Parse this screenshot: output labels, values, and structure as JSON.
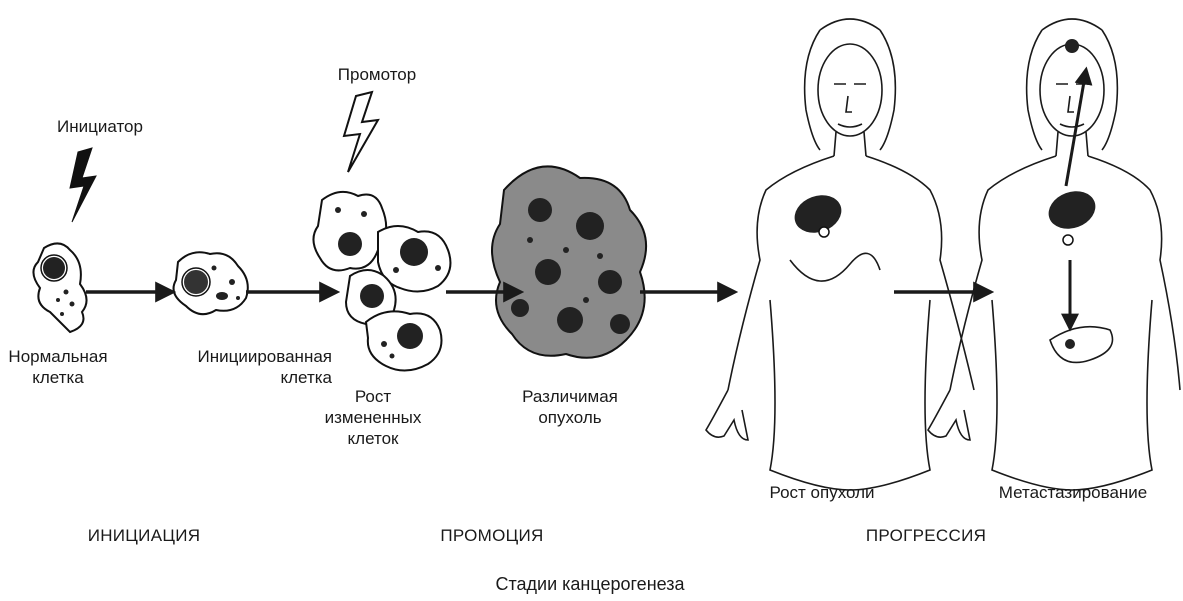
{
  "labels": {
    "initiator": "Инициатор",
    "promoter": "Промотор",
    "normal_cell": "Нормальная\nклетка",
    "initiated_cell": "Инициированная\nклетка",
    "altered_growth": "Рост\nизмененных\nклеток",
    "visible_tumor": "Различимая\nопухоль",
    "tumor_growth": "Рост опухоли",
    "metastasis": "Метастазирование"
  },
  "stages": {
    "initiation": "ИНИЦИАЦИЯ",
    "promotion": "ПРОМОЦИЯ",
    "progression": "ПРОГРЕССИЯ"
  },
  "caption": "Стадии канцерогенеза",
  "colors": {
    "ink": "#1a1a1a",
    "cell_fill": "#ffffff",
    "tumor_fill": "#8a8a8a",
    "nucleus": "#222222"
  }
}
